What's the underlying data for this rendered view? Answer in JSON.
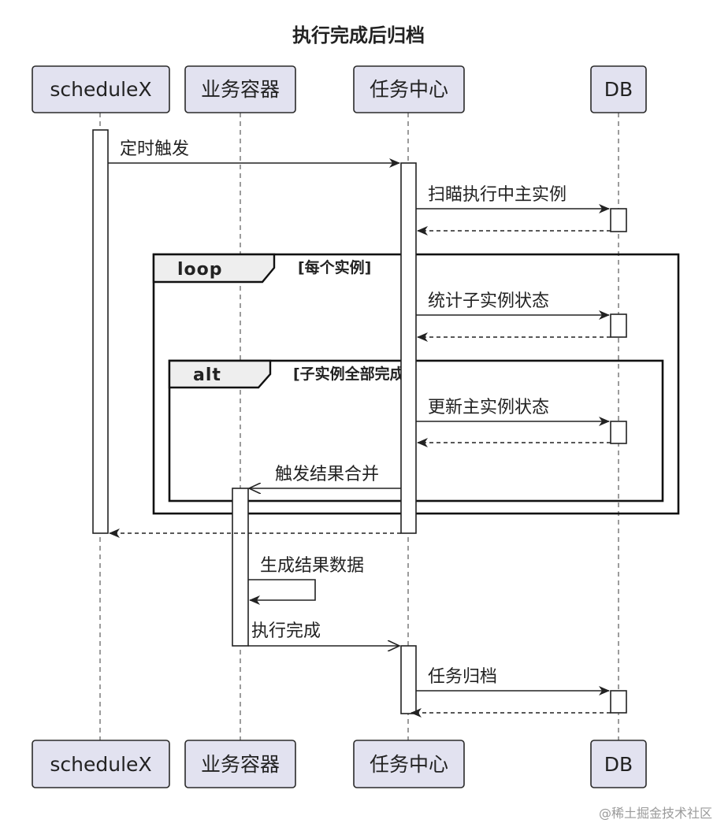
{
  "diagram": {
    "title": "执行完成后归档",
    "participants": [
      {
        "id": "p1",
        "label": "scheduleX"
      },
      {
        "id": "p2",
        "label": "业务容器"
      },
      {
        "id": "p3",
        "label": "任务中心"
      },
      {
        "id": "p4",
        "label": "DB"
      }
    ],
    "messages": [
      {
        "from": "scheduleX",
        "to": "任务中心",
        "label": "定时触发",
        "style": "sync"
      },
      {
        "from": "任务中心",
        "to": "DB",
        "label": "扫瞄执行中主实例",
        "style": "sync"
      },
      {
        "from": "DB",
        "to": "任务中心",
        "label": "",
        "style": "return"
      },
      {
        "from": "任务中心",
        "to": "DB",
        "label": "统计子实例状态",
        "style": "sync"
      },
      {
        "from": "DB",
        "to": "任务中心",
        "label": "",
        "style": "return"
      },
      {
        "from": "任务中心",
        "to": "DB",
        "label": "更新主实例状态",
        "style": "sync"
      },
      {
        "from": "DB",
        "to": "任务中心",
        "label": "",
        "style": "return"
      },
      {
        "from": "任务中心",
        "to": "业务容器",
        "label": "触发结果合并",
        "style": "async"
      },
      {
        "from": "任务中心",
        "to": "scheduleX",
        "label": "",
        "style": "return"
      },
      {
        "from": "业务容器",
        "to": "业务容器",
        "label": "生成结果数据",
        "style": "self"
      },
      {
        "from": "业务容器",
        "to": "任务中心",
        "label": "执行完成",
        "style": "async"
      },
      {
        "from": "任务中心",
        "to": "DB",
        "label": "任务归档",
        "style": "sync"
      },
      {
        "from": "DB",
        "to": "任务中心",
        "label": "",
        "style": "return"
      }
    ],
    "fragments": [
      {
        "keyword": "loop",
        "guard": "[每个实例]"
      },
      {
        "keyword": "alt",
        "guard": "[子实例全部完成]"
      }
    ]
  },
  "watermark": "@稀土掘金技术社区"
}
